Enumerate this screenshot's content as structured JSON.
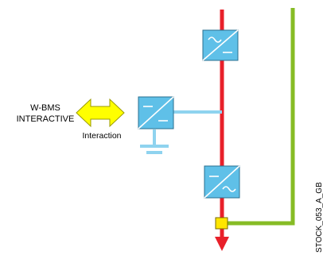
{
  "labels": {
    "system_line1": "W-BMS",
    "system_line2": "INTERACTIVE",
    "arrow_label": "Interaction",
    "code": "STOCK_053_A_GB"
  },
  "icons": {
    "top_converter": "ac-dc-converter-icon",
    "side_converter": "dc-dc-converter-icon",
    "bottom_converter": "dc-ac-converter-icon",
    "junction": "junction-box-icon",
    "double_arrow": "bidirectional-arrow-icon",
    "ground": "ground-icon"
  },
  "colors": {
    "main_line": "#e8202a",
    "branch_line": "#86bc25",
    "connector": "#8fd3ef",
    "converter_fill": "#5fc0e8",
    "junction_fill": "#ffe600",
    "arrow_fill": "#ffff00"
  }
}
